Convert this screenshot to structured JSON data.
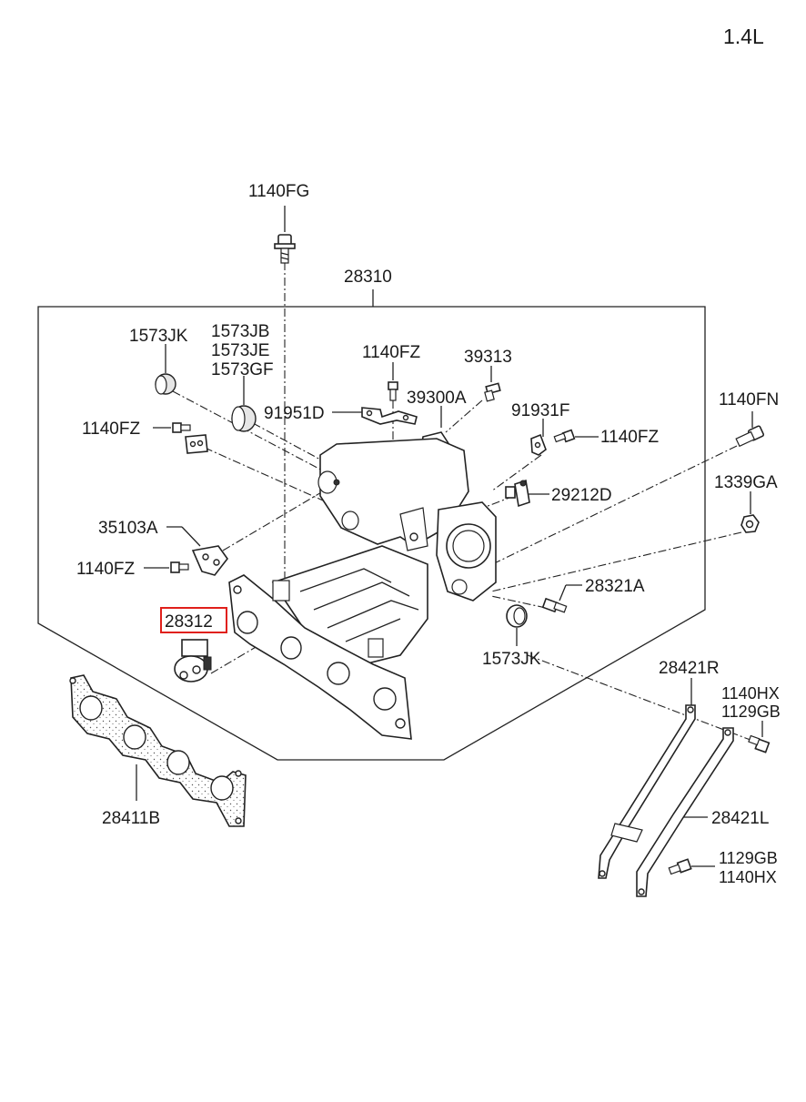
{
  "engine_label": "1.4L",
  "labels": {
    "p1140FG": "1140FG",
    "p28310": "28310",
    "p1573JK_top": "1573JK",
    "p1573JB": "1573JB",
    "p1573JE": "1573JE",
    "p1573GF": "1573GF",
    "p1140FZ_top": "1140FZ",
    "p39313": "39313",
    "p91951D": "91951D",
    "p39300A": "39300A",
    "p91931F": "91931F",
    "p1140FN": "1140FN",
    "p1140FZ_left": "1140FZ",
    "p1140FZ_right": "1140FZ",
    "p29212D": "29212D",
    "p1339GA": "1339GA",
    "p35103A": "35103A",
    "p1140FZ_low": "1140FZ",
    "p28321A": "28321A",
    "p28312": "28312",
    "p1573JK_low": "1573JK",
    "p28421R": "28421R",
    "p1140HX_top": "1140HX",
    "p1129GB_top": "1129GB",
    "p28411B": "28411B",
    "p28421L": "28421L",
    "p1129GB_bot": "1129GB",
    "p1140HX_bot": "1140HX"
  },
  "highlight_part": "28312",
  "colors": {
    "highlight": "#e0201b",
    "line": "#222222"
  }
}
